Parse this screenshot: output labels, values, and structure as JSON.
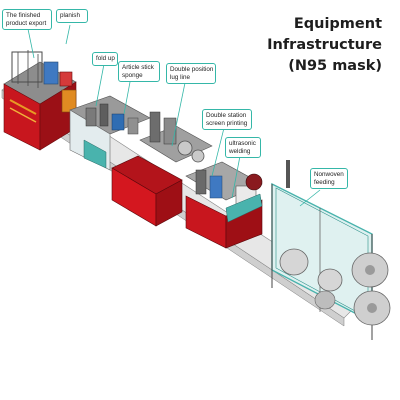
{
  "title_lines": [
    "Equipment",
    "Infrastructure",
    "(N95 mask)"
  ],
  "callouts": {
    "finished_export": [
      "The finished",
      "product export"
    ],
    "planish": [
      "planish"
    ],
    "fold_up": [
      "fold up"
    ],
    "article_stick_sponge": [
      "Article stick",
      "sponge"
    ],
    "double_position_lug_line": [
      "Double position",
      "lug line"
    ],
    "double_station_screen_printing": [
      "Double station",
      "screen printing"
    ],
    "ultrasonic_welding": [
      "ultrasonic",
      "welding"
    ],
    "nonwoven_feeding": [
      "Nonwoven",
      "feeding"
    ]
  },
  "colors": {
    "accent_callout": "#35b7a8",
    "frame_red": "#c8161e",
    "panel_teal": "#49b3ad",
    "frame_grey": "#7d7d7d",
    "roll_grey": "#b9b9b9"
  }
}
